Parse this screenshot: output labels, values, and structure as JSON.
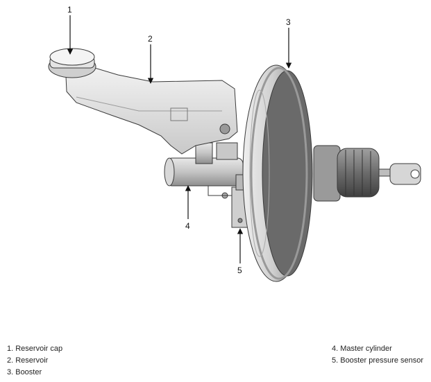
{
  "callouts": [
    "1",
    "2",
    "3",
    "4",
    "5"
  ],
  "legend": [
    "1. Reservoir cap",
    "2. Reservoir",
    "3. Booster",
    "4. Master cylinder",
    "5. Booster pressure sensor"
  ],
  "colors": {
    "metal_light": "#e6e6e6",
    "metal_mid": "#b5b5b5",
    "metal_dark": "#5d5d5d",
    "outline": "#3a3a3a"
  }
}
